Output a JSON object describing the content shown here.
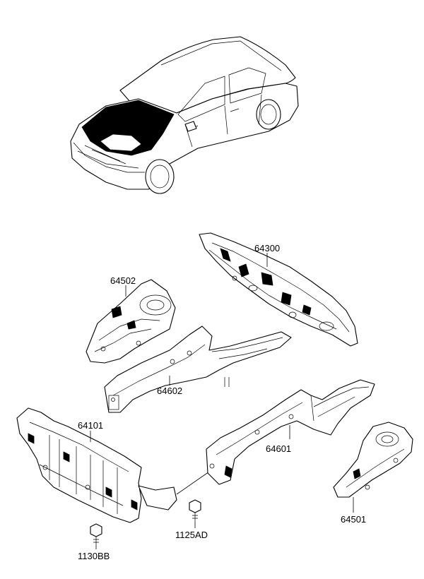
{
  "parts": [
    {
      "id": "p64300",
      "label": "64300"
    },
    {
      "id": "p64502",
      "label": "64502"
    },
    {
      "id": "p64602",
      "label": "64602"
    },
    {
      "id": "p64101",
      "label": "64101"
    },
    {
      "id": "p64601",
      "label": "64601"
    },
    {
      "id": "p64501",
      "label": "64501"
    },
    {
      "id": "p1125AD",
      "label": "1125AD"
    },
    {
      "id": "p1130BB",
      "label": "1130BB"
    }
  ]
}
